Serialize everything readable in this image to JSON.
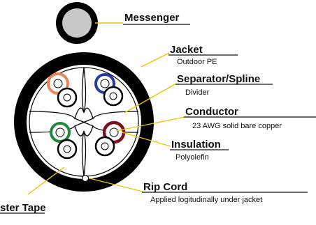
{
  "labels": {
    "messenger": {
      "title": "Messenger"
    },
    "jacket": {
      "title": "Jacket",
      "sub": "Outdoor PE"
    },
    "separator": {
      "title": "Separator/Spline",
      "sub": "Divider"
    },
    "conductor": {
      "title": "Conductor",
      "sub": "23 AWG solid bare copper"
    },
    "insulation": {
      "title": "Insulation",
      "sub": "Polyolefin"
    },
    "ripcord": {
      "title": "Rip Cord",
      "sub": "Applied logitudinally under jacket"
    },
    "binder": {
      "title": "ster Tape"
    }
  },
  "colors": {
    "jacket": "#000000",
    "messenger": "#c8c8c8",
    "leader": "#f2c200",
    "pair_orange": "#e8875a",
    "pair_blue": "#283c9c",
    "pair_green": "#1f8a3c",
    "pair_brown": "#7a1020"
  },
  "pairs": [
    "orange",
    "blue",
    "green",
    "brown"
  ]
}
